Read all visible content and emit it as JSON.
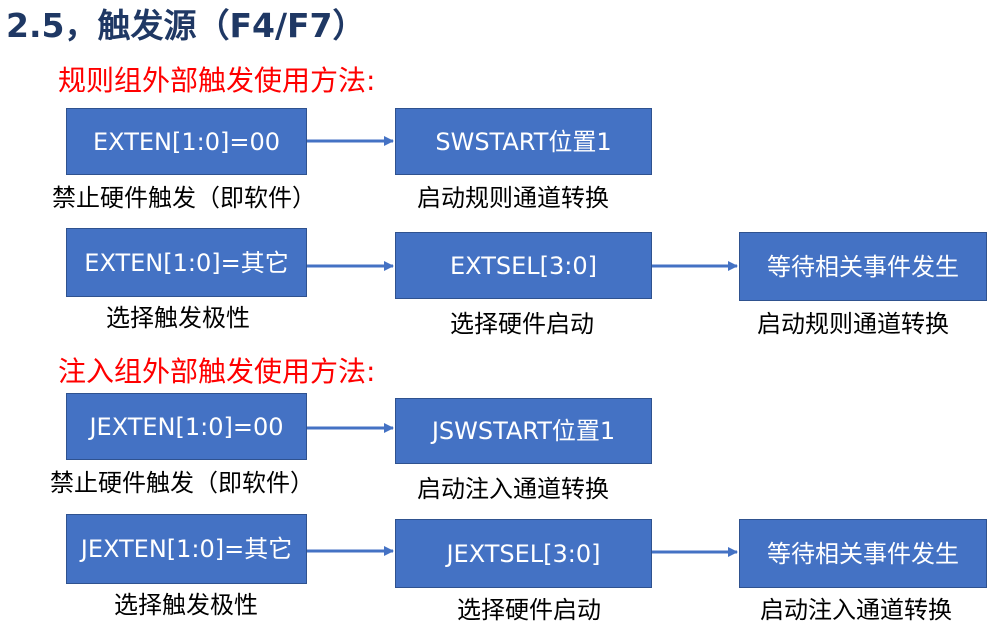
{
  "title": "2.5，触发源（F4/F7）",
  "regular": {
    "heading": "规则组外部触发使用方法:",
    "row1": {
      "box1": "EXTEN[1:0]=00",
      "box2": "SWSTART位置1",
      "cap1": "禁止硬件触发（即软件）",
      "cap2": "启动规则通道转换"
    },
    "row2": {
      "box1": "EXTEN[1:0]=其它",
      "box2": "EXTSEL[3:0]",
      "box3": "等待相关事件发生",
      "cap1": "选择触发极性",
      "cap2": "选择硬件启动",
      "cap3": "启动规则通道转换"
    }
  },
  "injected": {
    "heading": "注入组外部触发使用方法:",
    "row1": {
      "box1": "JEXTEN[1:0]=00",
      "box2": "JSWSTART位置1",
      "cap1": "禁止硬件触发（即软件）",
      "cap2": "启动注入通道转换"
    },
    "row2": {
      "box1": "JEXTEN[1:0]=其它",
      "box2": "JEXTSEL[3:0]",
      "box3": "等待相关事件发生",
      "cap1": "选择触发极性",
      "cap2": "选择硬件启动",
      "cap3": "启动注入通道转换"
    }
  },
  "colors": {
    "box_fill": "#4472c4",
    "box_border": "#2f528f",
    "arrow": "#4472c4",
    "heading_red": "#ff0000",
    "title": "#1f3864"
  }
}
